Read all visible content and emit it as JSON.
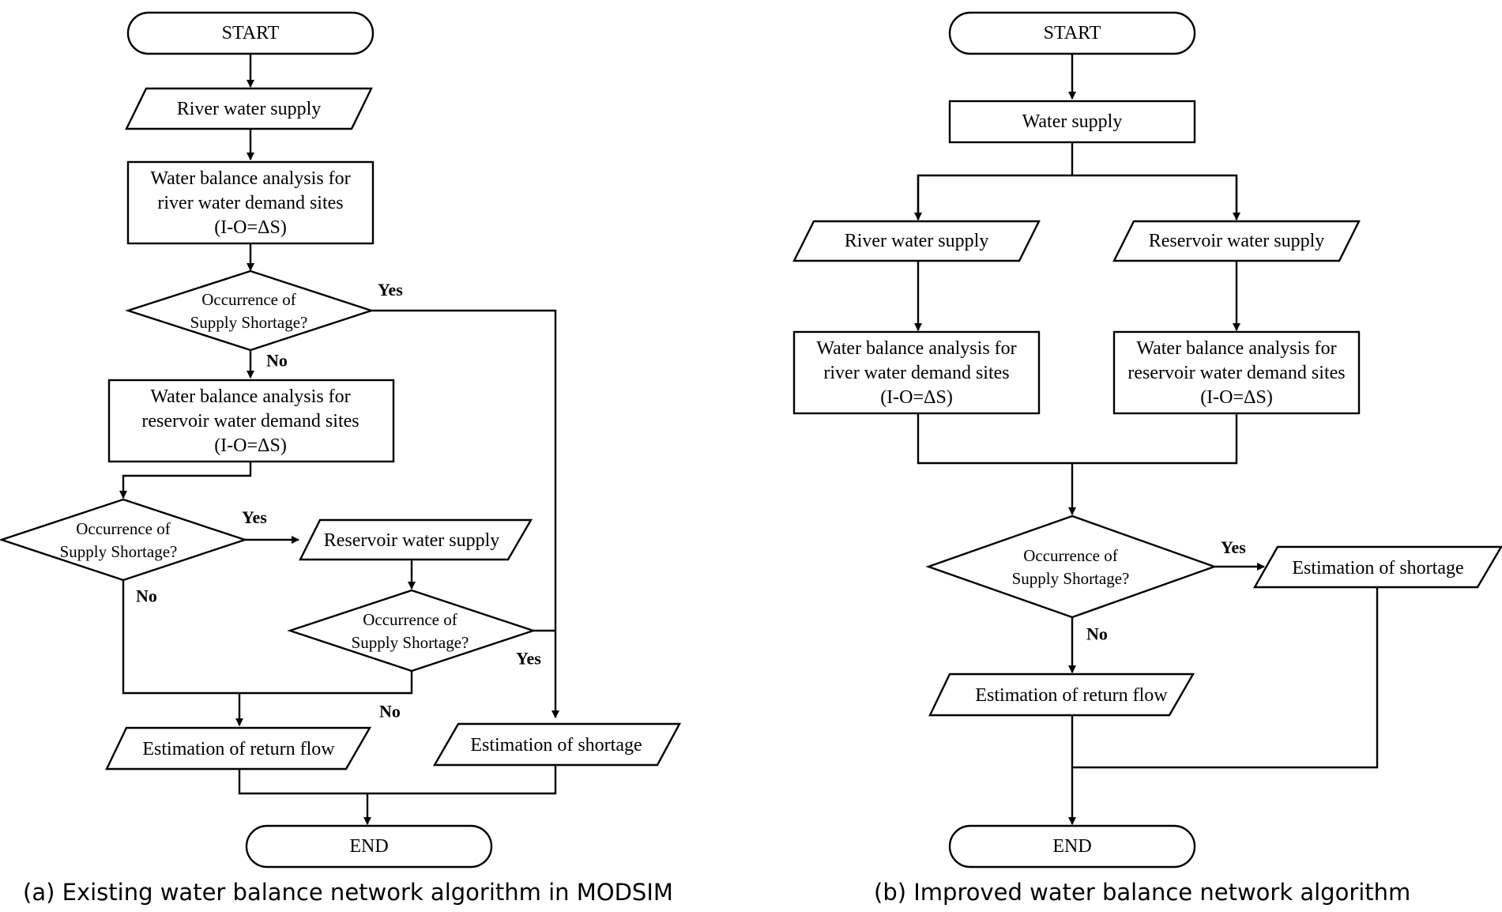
{
  "left": {
    "start": "START",
    "river_supply": "River water supply",
    "wb_river": [
      "Water balance analysis for",
      "river water demand sites",
      "(I-O=ΔS)"
    ],
    "dec1": [
      "Occurrence of",
      "Supply Shortage?"
    ],
    "dec1_yes": "Yes",
    "dec1_no": "No",
    "wb_res": [
      "Water balance analysis for",
      "reservoir water demand sites",
      "(I-O=ΔS)"
    ],
    "dec2": [
      "Occurrence of",
      "Supply Shortage?"
    ],
    "dec2_yes": "Yes",
    "dec2_no": "No",
    "res_supply": "Reservoir water supply",
    "dec3": [
      "Occurrence of",
      "Supply Shortage?"
    ],
    "dec3_yes": "Yes",
    "dec3_no": "No",
    "return_flow": "Estimation of return flow",
    "shortage": "Estimation of shortage",
    "end": "END",
    "caption": "(a) Existing water balance network algorithm in MODSIM"
  },
  "right": {
    "start": "START",
    "water_supply": "Water supply",
    "river_supply": "River water supply",
    "res_supply": "Reservoir water supply",
    "wb_river": [
      "Water balance analysis for",
      "river water demand sites",
      "(I-O=ΔS)"
    ],
    "wb_res": [
      "Water balance analysis for",
      "reservoir water demand sites",
      "(I-O=ΔS)"
    ],
    "dec": [
      "Occurrence of",
      "Supply Shortage?"
    ],
    "dec_yes": "Yes",
    "dec_no": "No",
    "shortage": "Estimation of shortage",
    "return_flow": "Estimation of return flow",
    "end": "END",
    "caption": "(b) Improved water balance network algorithm"
  }
}
